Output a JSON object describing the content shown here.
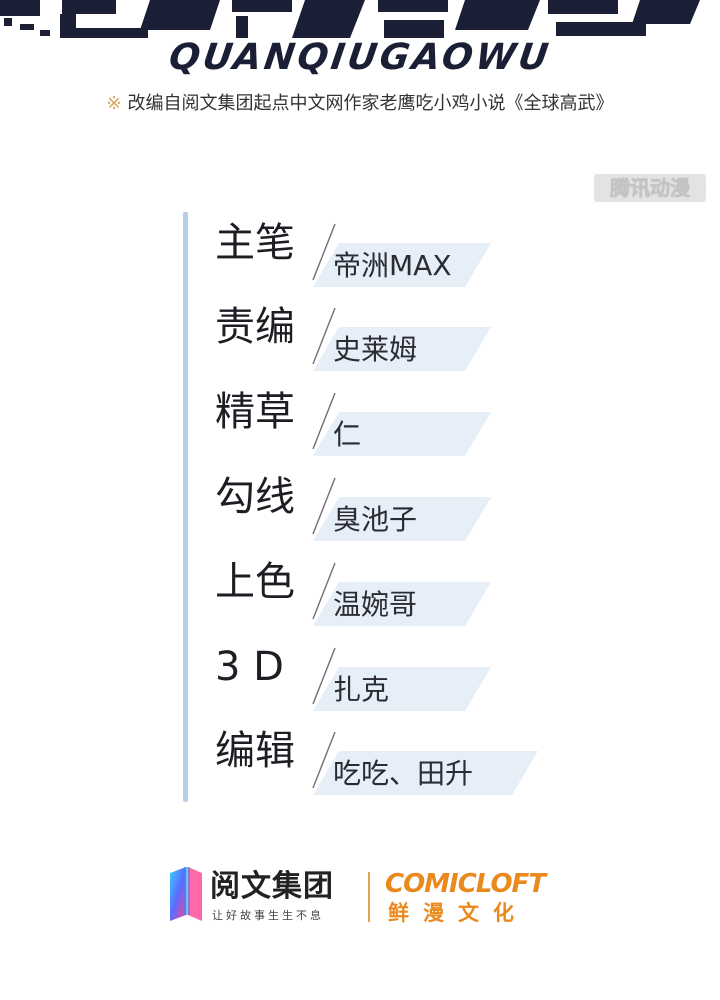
{
  "header": {
    "title_art": "",
    "subtitle": "QUANQIUGAOWU",
    "source_mark": "※",
    "source_text": "改编自阅文集团起点中文网作家老鹰吃小鸡小说《全球高武》",
    "watermark": "腾讯动漫"
  },
  "credits": [
    {
      "role": "主笔",
      "name": "帝洲MAX"
    },
    {
      "role": "责编",
      "name": "史莱姆"
    },
    {
      "role": "精草",
      "name": "仁"
    },
    {
      "role": "勾线",
      "name": "臭池子"
    },
    {
      "role": "上色",
      "name": "温婉哥"
    },
    {
      "role": "3 D",
      "name": "扎克"
    },
    {
      "role": "编辑",
      "name": "吃吃、田升"
    }
  ],
  "footer": {
    "yuewen_name": "阅文集团",
    "yuewen_slogan": "让好故事生生不息",
    "comicloft_en": "COMICLOFT",
    "comicloft_cn": "鲜漫文化"
  },
  "colors": {
    "accent_bar": "#b8cde6",
    "plate": "#e6eef8",
    "brand_orange": "#ea8a1e",
    "title_dark": "#1a1f35"
  }
}
